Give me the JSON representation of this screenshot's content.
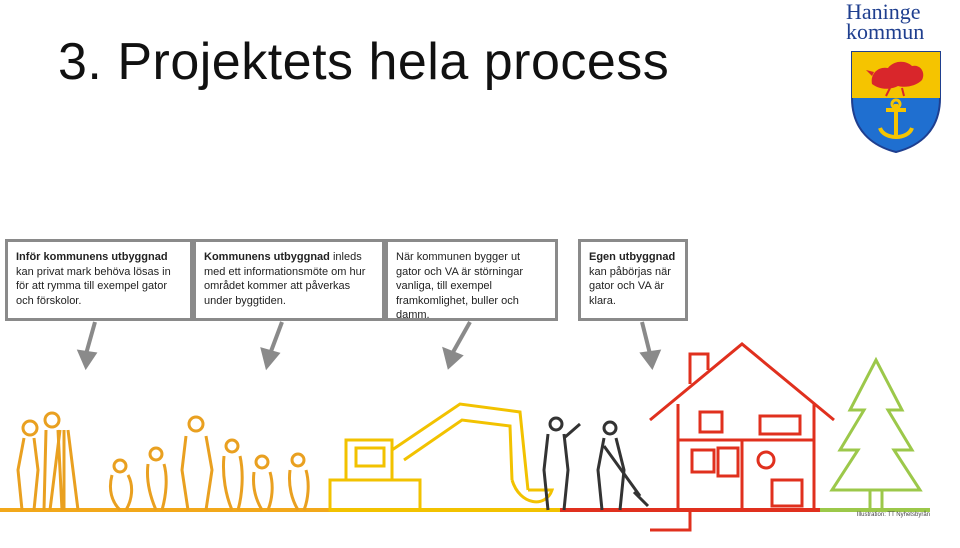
{
  "slide": {
    "title": "3. Projektets hela process"
  },
  "logo": {
    "line1": "Haninge",
    "line2": "kommun",
    "icon": "haninge-coat-of-arms"
  },
  "boxes": [
    {
      "bold": "Inför kommunens utbyggnad",
      "text": "kan privat mark behöva lösas in för att rymma till exempel gator och förskolor."
    },
    {
      "bold": "Kommunens utbyggnad",
      "text": "inleds med ett informationsmöte om hur området kommer att påverkas under byggtiden."
    },
    {
      "bold": "",
      "text": "När kommunen bygger ut gator och VA är störningar vanliga, till exempel framkomlighet, buller och damm."
    },
    {
      "bold": "Egen utbyggnad",
      "text": "kan påbörjas när gator och VA är klara."
    }
  ],
  "credit": "Illustration: TT Nyhetsbyrån",
  "colors": {
    "title": "#111111",
    "box_border": "#8a8a8a",
    "people": "#f2a81a",
    "excavator": "#f2c200",
    "house": "#e0301e",
    "tree": "#9cc84a",
    "logo_blue": "#1f3f8f",
    "crest_yellow": "#f5c400",
    "crest_red": "#d9262b"
  }
}
